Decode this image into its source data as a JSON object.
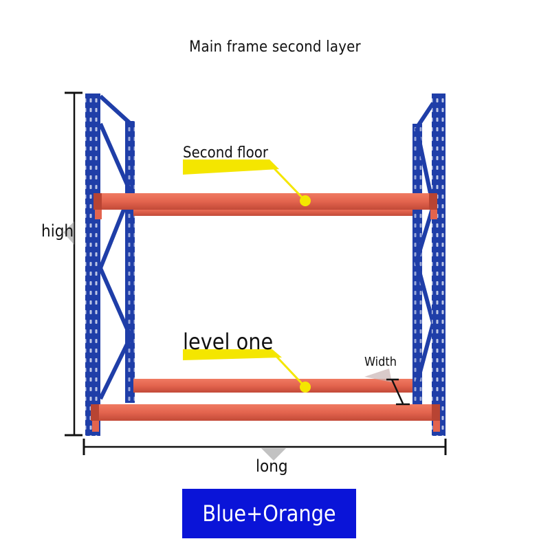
{
  "title": "Main frame second layer",
  "labels": {
    "second_floor": "Second floor",
    "level_one": "level one",
    "width": "Width",
    "high": "high",
    "long": "long"
  },
  "color_option": "Blue+Orange",
  "colors": {
    "frame": "#1f3ea8",
    "frame_dark": "#132a7a",
    "beam": "#e3644e",
    "beam_dark": "#b84433",
    "highlight": "#f4e600",
    "option_bg": "#0a14d8"
  },
  "icons": [
    "dimension-arrow",
    "callout-dot"
  ]
}
